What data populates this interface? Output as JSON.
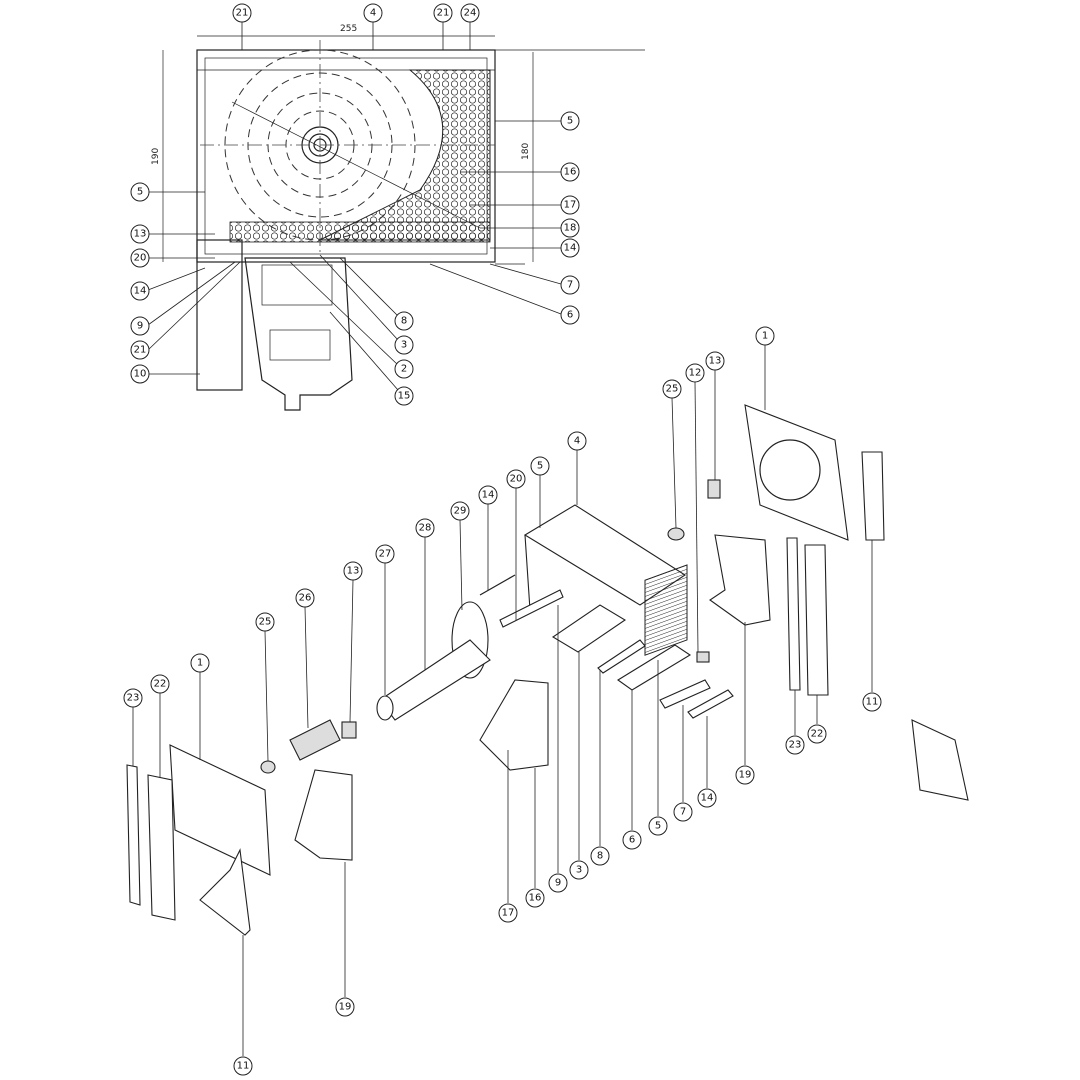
{
  "dimensions": {
    "width": "255",
    "height_left": "190",
    "height_right": "180"
  },
  "section_callouts": [
    "21",
    "4",
    "21",
    "24",
    "5",
    "16",
    "17",
    "18",
    "14",
    "7",
    "6",
    "5",
    "13",
    "20",
    "14",
    "9",
    "21",
    "10",
    "8",
    "3",
    "2",
    "15"
  ],
  "exploded_callouts": [
    "1",
    "13",
    "12",
    "25",
    "4",
    "5",
    "20",
    "14",
    "29",
    "28",
    "27",
    "13",
    "26",
    "25",
    "1",
    "22",
    "23",
    "11",
    "22",
    "23",
    "19",
    "14",
    "7",
    "5",
    "6",
    "8",
    "3",
    "9",
    "16",
    "17",
    "19",
    "11"
  ]
}
